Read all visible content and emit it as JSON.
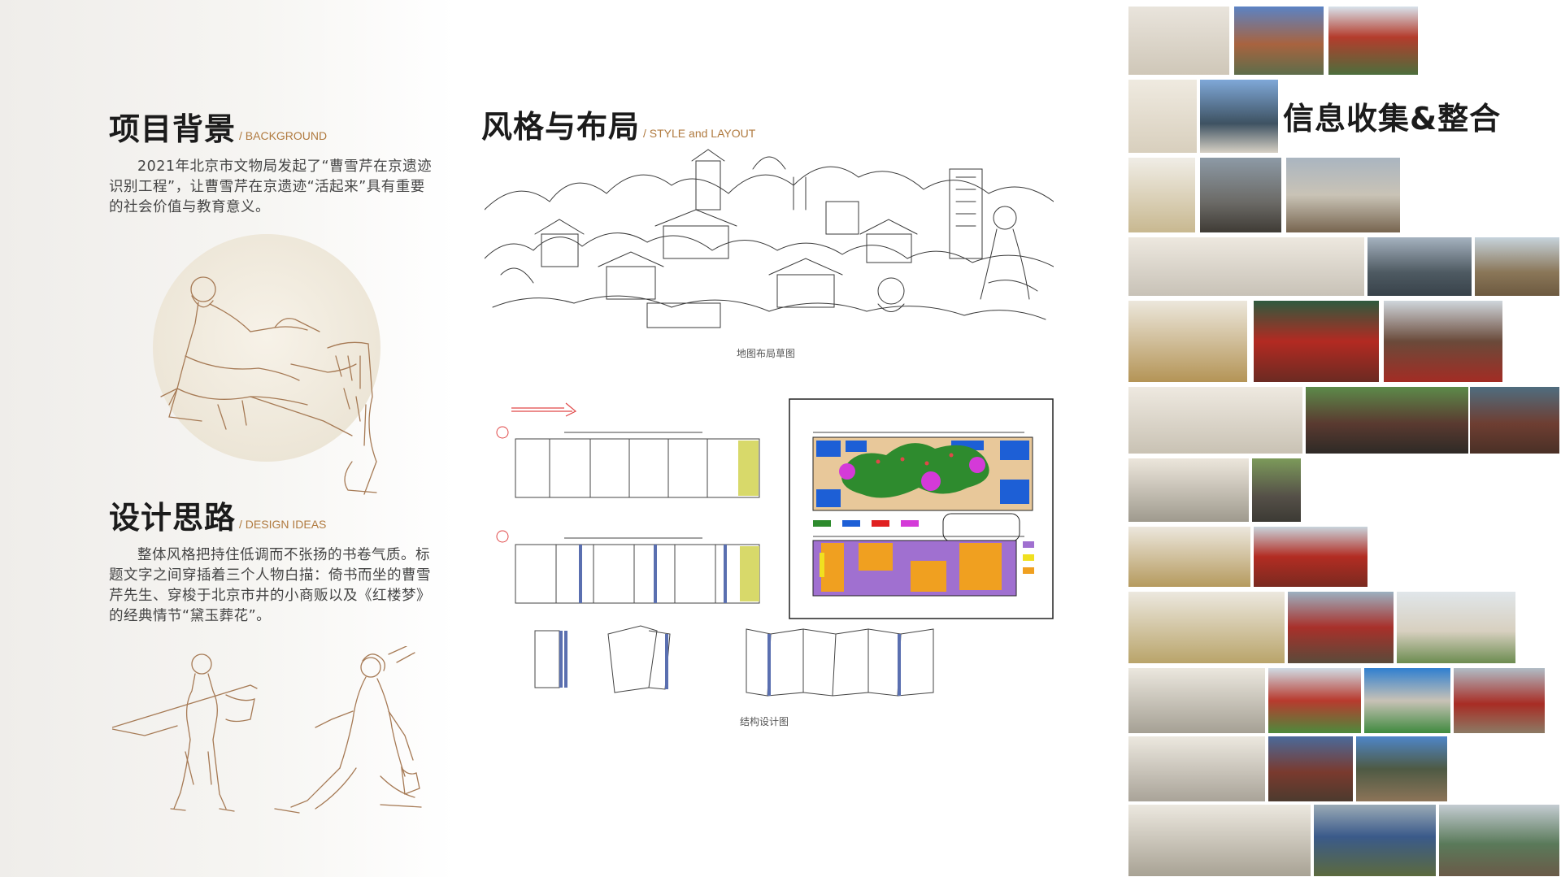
{
  "background": {
    "title": "项目背景",
    "subtitle": "/ BACKGROUND",
    "text": "2021年北京市文物局发起了“曹雪芹在京遗迹识别工程”，让曹雪芹在京遗迹“活起来”具有重要的社会价值与教育意义。"
  },
  "design": {
    "title": "设计思路",
    "subtitle": "/ DESIGN IDEAS",
    "text": "整体风格把持住低调而不张扬的书卷气质。标题文字之间穿插着三个人物白描：倚书而坐的曹雪芹先生、穿梭于北京市井的小商贩以及《红楼梦》的经典情节“黛玉葬花”。"
  },
  "style": {
    "title": "风格与布局",
    "subtitle": "/ STYLE and LAYOUT",
    "map_caption": "地图布局草图",
    "structure_caption": "结构设计图"
  },
  "info": {
    "title": "信息收集&整合"
  },
  "colors": {
    "accent": "#b07a3f",
    "line": "#a67a55",
    "yellow": "#d8d96a",
    "blue": "#1d5fd6",
    "green": "#2e8b2e",
    "magenta": "#d43ad8",
    "orange": "#f0a020",
    "purple": "#a070d0"
  }
}
